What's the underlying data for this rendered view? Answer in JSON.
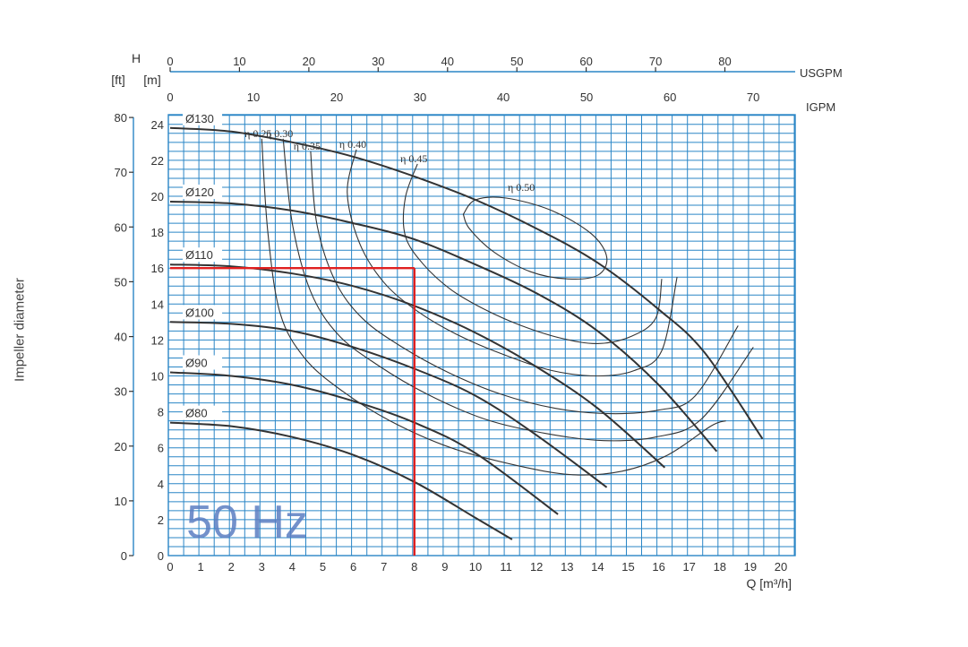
{
  "chart_data": {
    "type": "line",
    "title": "",
    "side_label": "Impeller diameter",
    "watermark": "50 Hz",
    "units": {
      "head_symbol": "H",
      "head_ft": "[ft]",
      "head_m": "[m]",
      "flow": "Q [m³/h]",
      "usgpm": "USGPM",
      "igpm": "IGPM"
    },
    "x_m3h": {
      "ticks": [
        0,
        1,
        2,
        3,
        4,
        5,
        6,
        7,
        8,
        9,
        10,
        11,
        12,
        13,
        14,
        15,
        16,
        17,
        18,
        19,
        20
      ],
      "lim": [
        0,
        20.5
      ]
    },
    "y_m": {
      "ticks": [
        0,
        2,
        4,
        6,
        8,
        10,
        12,
        14,
        16,
        18,
        20,
        22,
        24
      ],
      "lim": [
        0,
        24.8
      ]
    },
    "y_ft": {
      "ticks": [
        0,
        10,
        20,
        30,
        40,
        50,
        60,
        70,
        80
      ]
    },
    "x_usgpm": {
      "ticks": [
        0,
        10,
        20,
        30,
        40,
        50,
        60,
        70,
        80
      ]
    },
    "x_igpm": {
      "ticks": [
        0,
        10,
        20,
        30,
        40,
        50,
        60,
        70
      ]
    },
    "colors": {
      "grid": "#2a86c6",
      "curve": "#333333",
      "highlight": "#e02020",
      "watermark": "#5b7ec2"
    },
    "series": [
      {
        "name": "Ø130",
        "x": [
          0,
          2,
          4,
          6,
          8,
          10,
          12,
          14,
          16,
          17.5,
          19.4
        ],
        "y": [
          23.8,
          23.6,
          23,
          22.2,
          21.1,
          19.8,
          18.2,
          16.3,
          13.7,
          11.3,
          6.5
        ]
      },
      {
        "name": "Ø120",
        "x": [
          0,
          2,
          4,
          6,
          8,
          10,
          12,
          14,
          16,
          17.9
        ],
        "y": [
          19.7,
          19.6,
          19.2,
          18.5,
          17.6,
          16.2,
          14.6,
          12.5,
          9.5,
          5.8
        ]
      },
      {
        "name": "Ø110",
        "x": [
          0,
          2,
          4,
          6,
          8,
          10,
          12,
          14,
          16.2
        ],
        "y": [
          16.2,
          16.1,
          15.7,
          15,
          13.9,
          12.4,
          10.5,
          8.2,
          4.9
        ]
      },
      {
        "name": "Ø100",
        "x": [
          0,
          2,
          4,
          6,
          8,
          10,
          12,
          14.3
        ],
        "y": [
          13,
          12.9,
          12.5,
          11.6,
          10.4,
          8.9,
          6.7,
          3.8
        ]
      },
      {
        "name": "Ø90",
        "x": [
          0,
          2,
          4,
          6,
          8,
          10,
          12.7
        ],
        "y": [
          10.2,
          10,
          9.5,
          8.6,
          7.4,
          5.7,
          2.3
        ]
      },
      {
        "name": "Ø80",
        "x": [
          0,
          2,
          4,
          6,
          8,
          10,
          11.2
        ],
        "y": [
          7.4,
          7.2,
          6.6,
          5.6,
          4.1,
          2.1,
          0.9
        ]
      }
    ],
    "efficiency_curves": [
      {
        "name": "η 0.25",
        "x": [
          3.0,
          3.2,
          3.6,
          4.4,
          5.6,
          7.2,
          9.2,
          11.4,
          13.2,
          14.8,
          16.3,
          17.7,
          18.2
        ],
        "y": [
          23.2,
          18,
          13.5,
          11,
          9.2,
          7.5,
          6,
          5,
          4.5,
          4.7,
          5.6,
          7.2,
          7.5
        ]
      },
      {
        "name": "η 0.30",
        "x": [
          3.7,
          4.0,
          4.6,
          5.5,
          6.8,
          8.4,
          10.3,
          12.3,
          14.2,
          15.9,
          17.4,
          19.1
        ],
        "y": [
          23.2,
          18.5,
          14.7,
          12.3,
          10.6,
          9,
          7.6,
          6.8,
          6.4,
          6.6,
          7.6,
          11.6
        ]
      },
      {
        "name": "η 0.35",
        "x": [
          4.6,
          4.8,
          5.4,
          6.3,
          7.6,
          9.1,
          10.8,
          12.6,
          14.4,
          16,
          17.2,
          18.6
        ],
        "y": [
          22.5,
          18.5,
          15.3,
          13.2,
          11.6,
          10.2,
          9,
          8.2,
          7.9,
          8.1,
          8.9,
          12.8
        ]
      },
      {
        "name": "η 0.40",
        "x": [
          6.1,
          5.8,
          6.2,
          7.0,
          8.1,
          9.4,
          10.9,
          12.5,
          14,
          15.2,
          16.1,
          16.6
        ],
        "y": [
          22.6,
          20.2,
          17.4,
          15.2,
          13.6,
          12.3,
          11.2,
          10.3,
          10,
          10.3,
          11.4,
          15.5
        ]
      },
      {
        "name": "η 0.45",
        "x": [
          8.1,
          7.7,
          7.7,
          8.3,
          9.2,
          10.3,
          11.5,
          12.8,
          14,
          15.1,
          15.9,
          16.1
        ],
        "y": [
          21.8,
          19.9,
          17.8,
          16.2,
          14.8,
          13.7,
          12.8,
          12.1,
          11.8,
          12.2,
          13.2,
          15.4
        ]
      }
    ],
    "efficiency_loop": {
      "name": "η 0.50",
      "x": [
        9.6,
        10,
        11,
        12.5,
        13.8,
        14.3,
        14,
        13,
        11.8,
        10.6,
        9.8,
        9.6
      ],
      "y": [
        19,
        19.8,
        19.9,
        19.2,
        17.9,
        16.6,
        15.6,
        15.4,
        15.8,
        16.9,
        18.2,
        19
      ]
    },
    "operating_point": {
      "q": 8,
      "h": 16
    }
  }
}
